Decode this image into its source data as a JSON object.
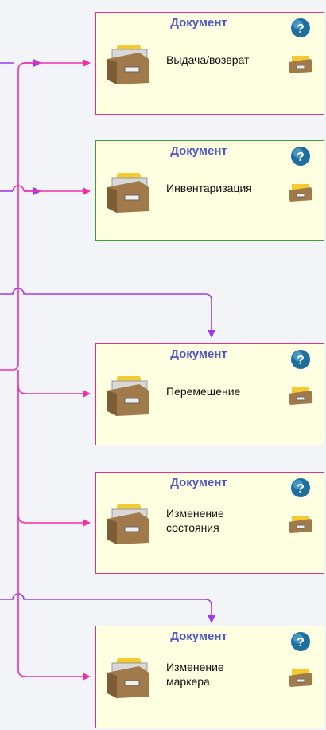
{
  "blocks": [
    {
      "title": "Документ",
      "label": "Выдача/возврат",
      "accent": "#e0348c"
    },
    {
      "title": "Документ",
      "label": "Инвентаризация",
      "accent": "#3aa03a"
    },
    {
      "title": "Документ",
      "label": "Перемещение",
      "accent": "#e0348c"
    },
    {
      "title": "Документ",
      "label": "Изменение\nсостояния",
      "accent": "#e0348c"
    },
    {
      "title": "Документ",
      "label": "Изменение\nмаркера",
      "accent": "#e0348c"
    }
  ],
  "colors": {
    "connector_pink": "#ef2fa8",
    "connector_purple": "#9b3cf0",
    "title": "#4f58c8",
    "block_fill": "#fefee0"
  },
  "icons": [
    "folder-drawer-icon",
    "help-icon",
    "drawer-icon"
  ]
}
